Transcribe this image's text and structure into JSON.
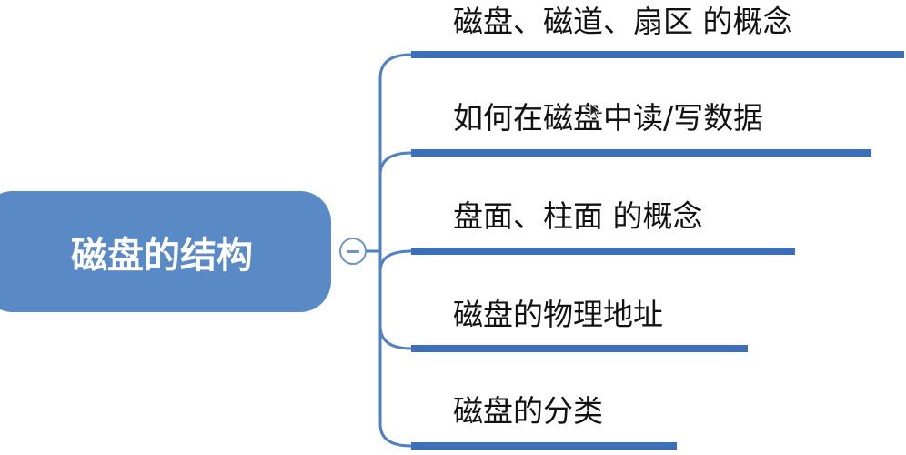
{
  "colors": {
    "root_fill": "#5a8ac6",
    "branch_line": "#4f80c2",
    "topic_underline": "#3b6fb9",
    "text": "#111111"
  },
  "root": {
    "label": "磁盘的结构",
    "toggle_icon": "collapse-minus-icon"
  },
  "topics": [
    {
      "label": "磁盘、磁道、扇区 的概念"
    },
    {
      "label": "如何在磁盘中读/写数据"
    },
    {
      "label": "盘面、柱面 的概念"
    },
    {
      "label": "磁盘的物理地址"
    },
    {
      "label": "磁盘的分类"
    }
  ]
}
